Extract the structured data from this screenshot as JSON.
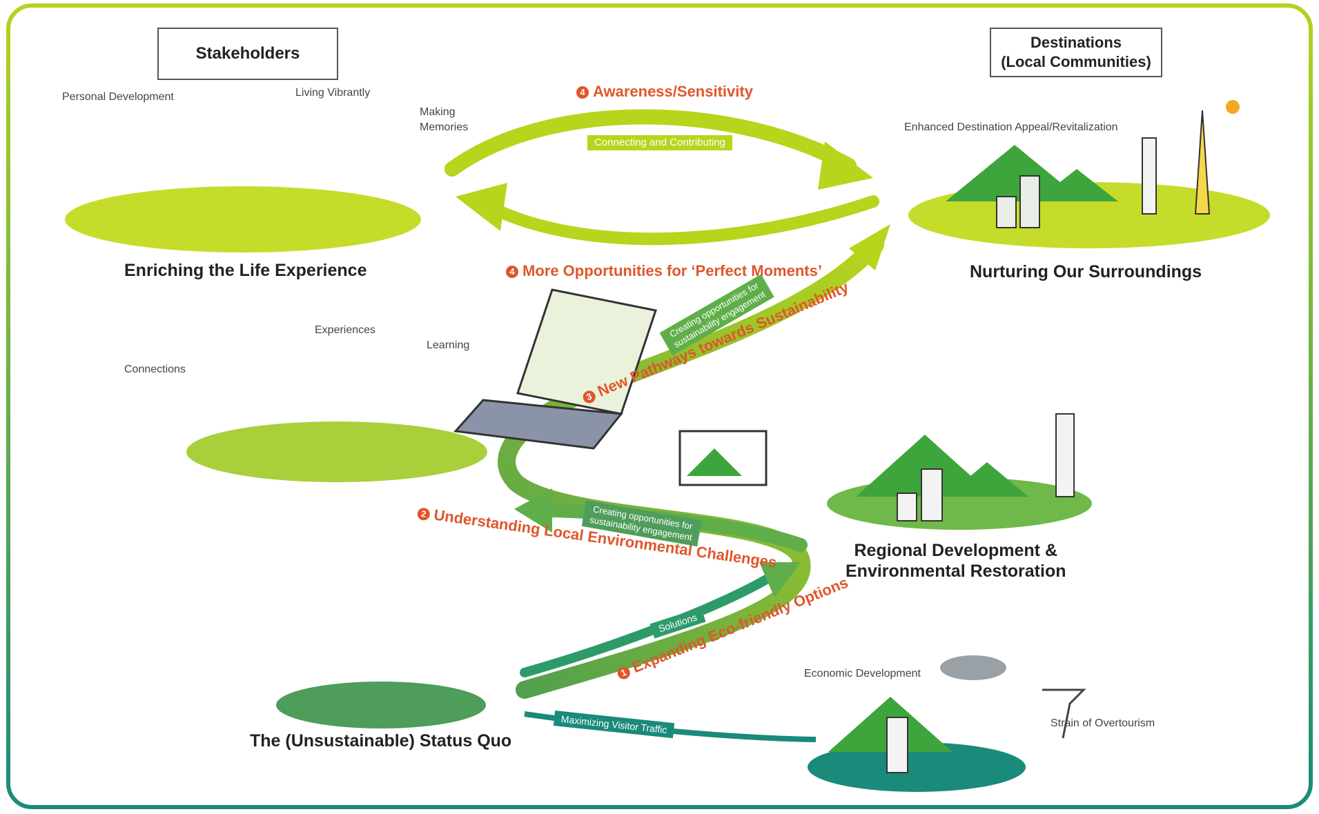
{
  "boxes": {
    "stakeholders": "Stakeholders",
    "destinations_line1": "Destinations",
    "destinations_line2": "(Local Communities)"
  },
  "sections": {
    "enriching": "Enriching the Life Experience",
    "nurturing": "Nurturing Our Surroundings",
    "regional_line1": "Regional Development &",
    "regional_line2": "Environmental Restoration",
    "status_quo": "The (Unsustainable) Status Quo"
  },
  "labels": {
    "personal_development": "Personal Development",
    "living_vibrantly": "Living Vibrantly",
    "making_memories_line1": "Making",
    "making_memories_line2": "Memories",
    "enhanced_destination": "Enhanced Destination Appeal/Revitalization",
    "connections": "Connections",
    "experiences": "Experiences",
    "learning": "Learning",
    "economic_development": "Economic Development",
    "strain_of_overtourism": "Strain of Overtourism"
  },
  "steps": [
    {
      "number": "4",
      "text": "Awareness/Sensitivity"
    },
    {
      "number": "4",
      "text": "More Opportunities for ‘Perfect Moments’"
    },
    {
      "number": "3",
      "text": "New Pathways towards Sustainability"
    },
    {
      "number": "2",
      "text": "Understanding Local Environmental Challenges"
    },
    {
      "number": "1",
      "text": "Expanding Eco-friendly Options"
    }
  ],
  "pills": {
    "connecting": "Connecting and Contributing",
    "creating_upper_line1": "Creating opportunities for",
    "creating_upper_line2": "sustainability engagement",
    "creating_lower_line1": "Creating opportunities for",
    "creating_lower_line2": "sustainability engagement",
    "solutions": "Solutions",
    "maximizing": "Maximizing Visitor Traffic"
  },
  "colors": {
    "frame_green": "#b5d21e",
    "frame_teal": "#1a8a7a",
    "lime": "#b8d41c",
    "mid_green": "#5fae4a",
    "teal": "#1a8a7a",
    "orange": "#e0562a",
    "mountain": "#3ea53c",
    "ground": "#c6dc2a"
  }
}
